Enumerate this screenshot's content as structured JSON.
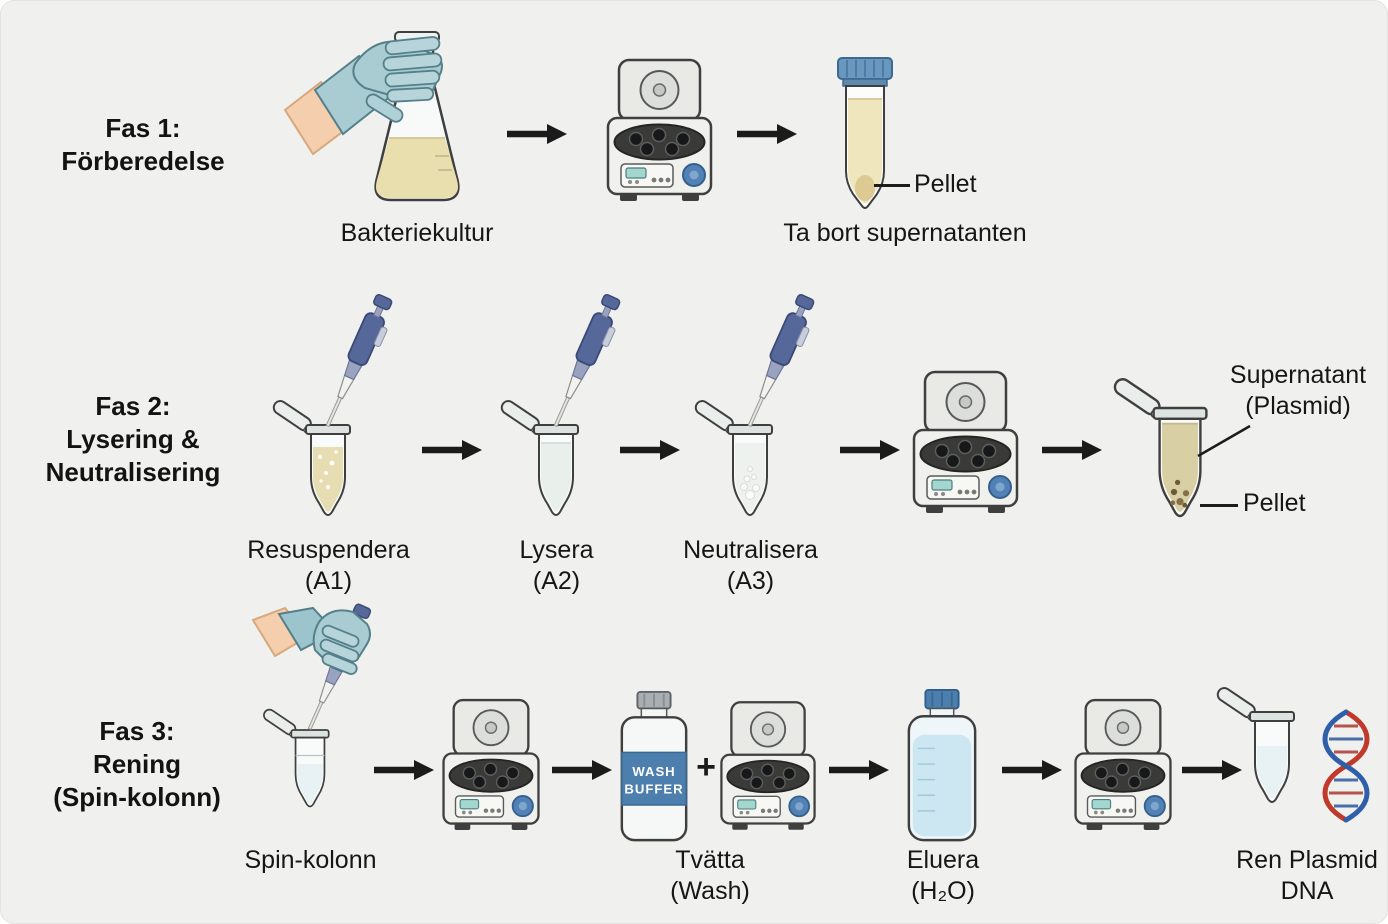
{
  "phase1": {
    "label": [
      "Fas 1:",
      "Förberedelse"
    ],
    "flask_caption": "Bakteriekultur",
    "pellet_label": "Pellet",
    "remove_caption": "Ta bort supernatanten"
  },
  "phase2": {
    "label": [
      "Fas 2:",
      "Lysering &",
      "Neutralisering"
    ],
    "steps": [
      {
        "name": "Resuspendera",
        "code": "(A1)"
      },
      {
        "name": "Lysera",
        "code": "(A2)"
      },
      {
        "name": "Neutralisera",
        "code": "(A3)"
      }
    ],
    "supernatant_label": [
      "Supernatant",
      "(Plasmid)"
    ],
    "pellet_label": "Pellet"
  },
  "phase3": {
    "label": [
      "Fas 3:",
      "Rening",
      "(Spin-kolonn)"
    ],
    "spin_caption": "Spin-kolonn",
    "plus": "+",
    "wash_bottle": [
      "WASH",
      "BUFFER"
    ],
    "wash_caption": [
      "Tvätta",
      "(Wash)"
    ],
    "elute_caption": [
      "Eluera",
      "(H₂O)"
    ],
    "final_caption": [
      "Ren Plasmid",
      "DNA"
    ]
  }
}
